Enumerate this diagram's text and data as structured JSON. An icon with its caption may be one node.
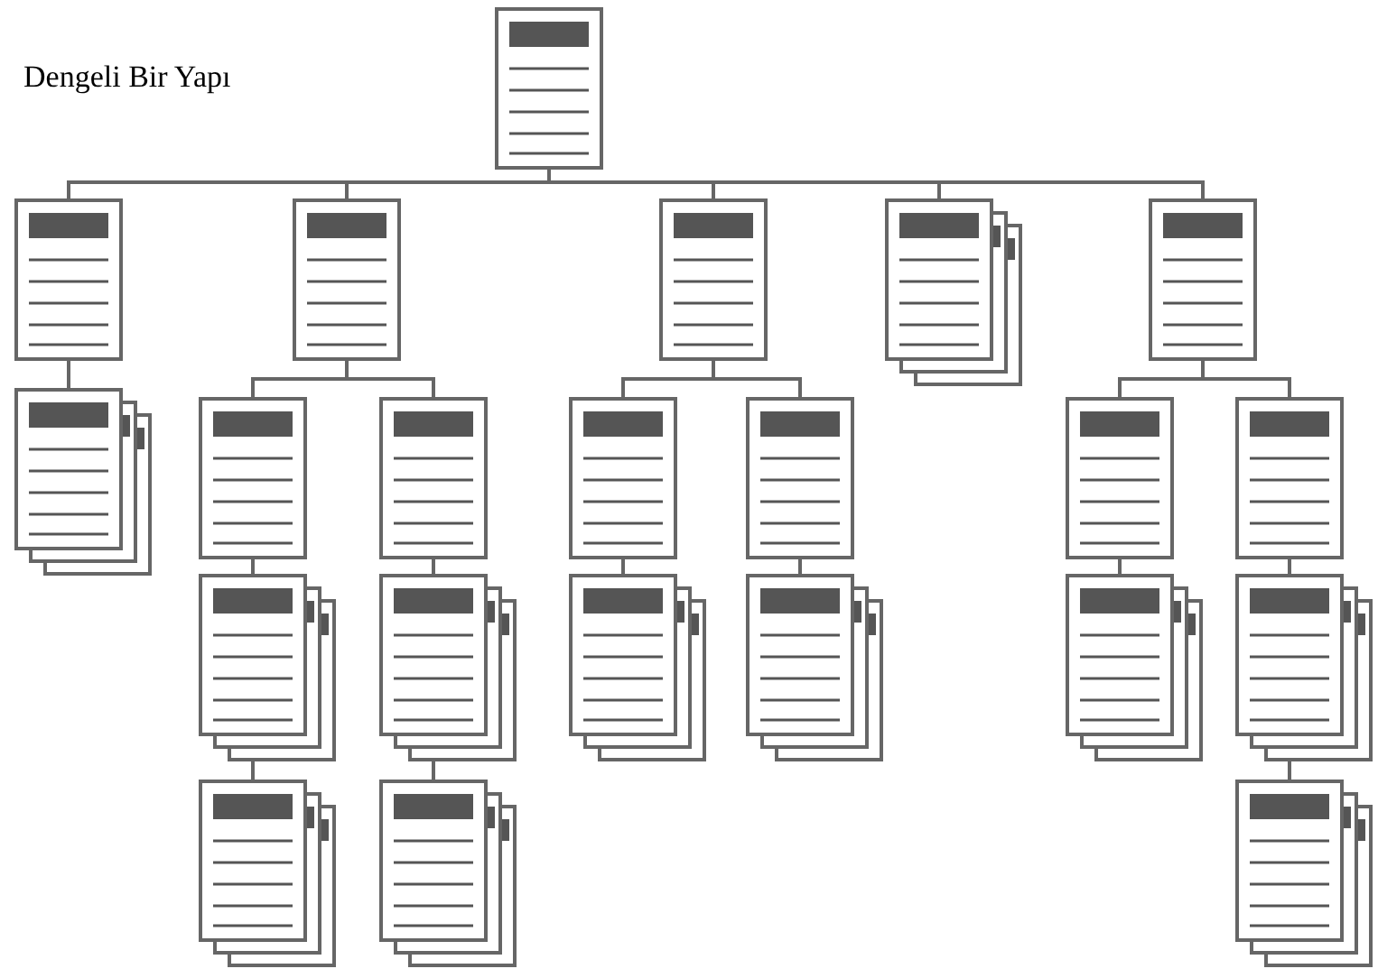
{
  "diagram": {
    "title": "Dengeli Bir Yapı",
    "nodes": [
      {
        "text": [],
        "shape": "document"
      },
      {
        "text": [],
        "shape": "document"
      },
      {
        "text": [],
        "shape": "document"
      },
      {
        "text": [],
        "shape": "document"
      },
      {
        "text": [],
        "shape": "stack"
      },
      {
        "text": [],
        "shape": "document"
      },
      {
        "text": [],
        "shape": "stack"
      },
      {
        "text": [],
        "shape": "document"
      },
      {
        "text": [],
        "shape": "document"
      },
      {
        "text": [],
        "shape": "document"
      },
      {
        "text": [],
        "shape": "document"
      },
      {
        "text": [],
        "shape": "document"
      },
      {
        "text": [],
        "shape": "document"
      },
      {
        "text": [],
        "shape": "stack"
      },
      {
        "text": [],
        "shape": "stack"
      },
      {
        "text": [],
        "shape": "stack"
      },
      {
        "text": [],
        "shape": "stack"
      },
      {
        "text": [],
        "shape": "stack"
      },
      {
        "text": [],
        "shape": "stack"
      },
      {
        "text": [],
        "shape": "stack"
      },
      {
        "text": [],
        "shape": "stack"
      },
      {
        "text": [],
        "shape": "stack"
      }
    ],
    "edges": [
      {
        "from": 0,
        "to": 1,
        "arrow": "none"
      },
      {
        "from": 0,
        "to": 2,
        "arrow": "none"
      },
      {
        "from": 0,
        "to": 3,
        "arrow": "none"
      },
      {
        "from": 0,
        "to": 4,
        "arrow": "none"
      },
      {
        "from": 0,
        "to": 5,
        "arrow": "none"
      },
      {
        "from": 1,
        "to": 6,
        "arrow": "none"
      },
      {
        "from": 2,
        "to": 7,
        "arrow": "none"
      },
      {
        "from": 2,
        "to": 8,
        "arrow": "none"
      },
      {
        "from": 3,
        "to": 9,
        "arrow": "none"
      },
      {
        "from": 3,
        "to": 10,
        "arrow": "none"
      },
      {
        "from": 5,
        "to": 11,
        "arrow": "none"
      },
      {
        "from": 5,
        "to": 12,
        "arrow": "none"
      },
      {
        "from": 7,
        "to": 13,
        "arrow": "none"
      },
      {
        "from": 8,
        "to": 14,
        "arrow": "none"
      },
      {
        "from": 9,
        "to": 15,
        "arrow": "none"
      },
      {
        "from": 10,
        "to": 16,
        "arrow": "none"
      },
      {
        "from": 11,
        "to": 17,
        "arrow": "none"
      },
      {
        "from": 12,
        "to": 18,
        "arrow": "none"
      },
      {
        "from": 13,
        "to": 19,
        "arrow": "none"
      },
      {
        "from": 14,
        "to": 20,
        "arrow": "none"
      },
      {
        "from": 18,
        "to": 21,
        "arrow": "none"
      }
    ]
  }
}
